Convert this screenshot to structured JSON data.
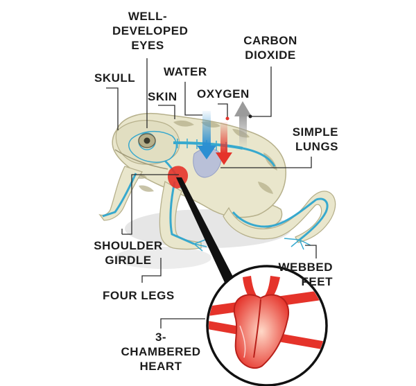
{
  "labels": {
    "eyes": [
      "WELL-",
      "DEVELOPED",
      "EYES"
    ],
    "skull": "SKULL",
    "water": "WATER",
    "skin": "SKIN",
    "oxygen": "OXYGEN",
    "carbon_dioxide": [
      "CARBON",
      "DIOXIDE"
    ],
    "lungs": [
      "SIMPLE",
      "LUNGS"
    ],
    "shoulder_girdle": [
      "SHOULDER",
      "GIRDLE"
    ],
    "webbed_feet": [
      "WEBBED",
      "FEET"
    ],
    "four_legs": "FOUR LEGS",
    "heart": [
      "3-",
      "CHAMBERED",
      "HEART"
    ]
  },
  "colors": {
    "skin": "#e9e6cc",
    "skin_stripes": "#b6b08b",
    "skeleton": "#7fd3ea",
    "skeleton_stroke": "#2ea6cf",
    "heart": "#e5332a",
    "water_arrow": "#2b8fd2",
    "oxygen_arrow": "#e5332a",
    "co2_arrow": "#9b9b9b",
    "label_text": "#1c1c1c"
  }
}
